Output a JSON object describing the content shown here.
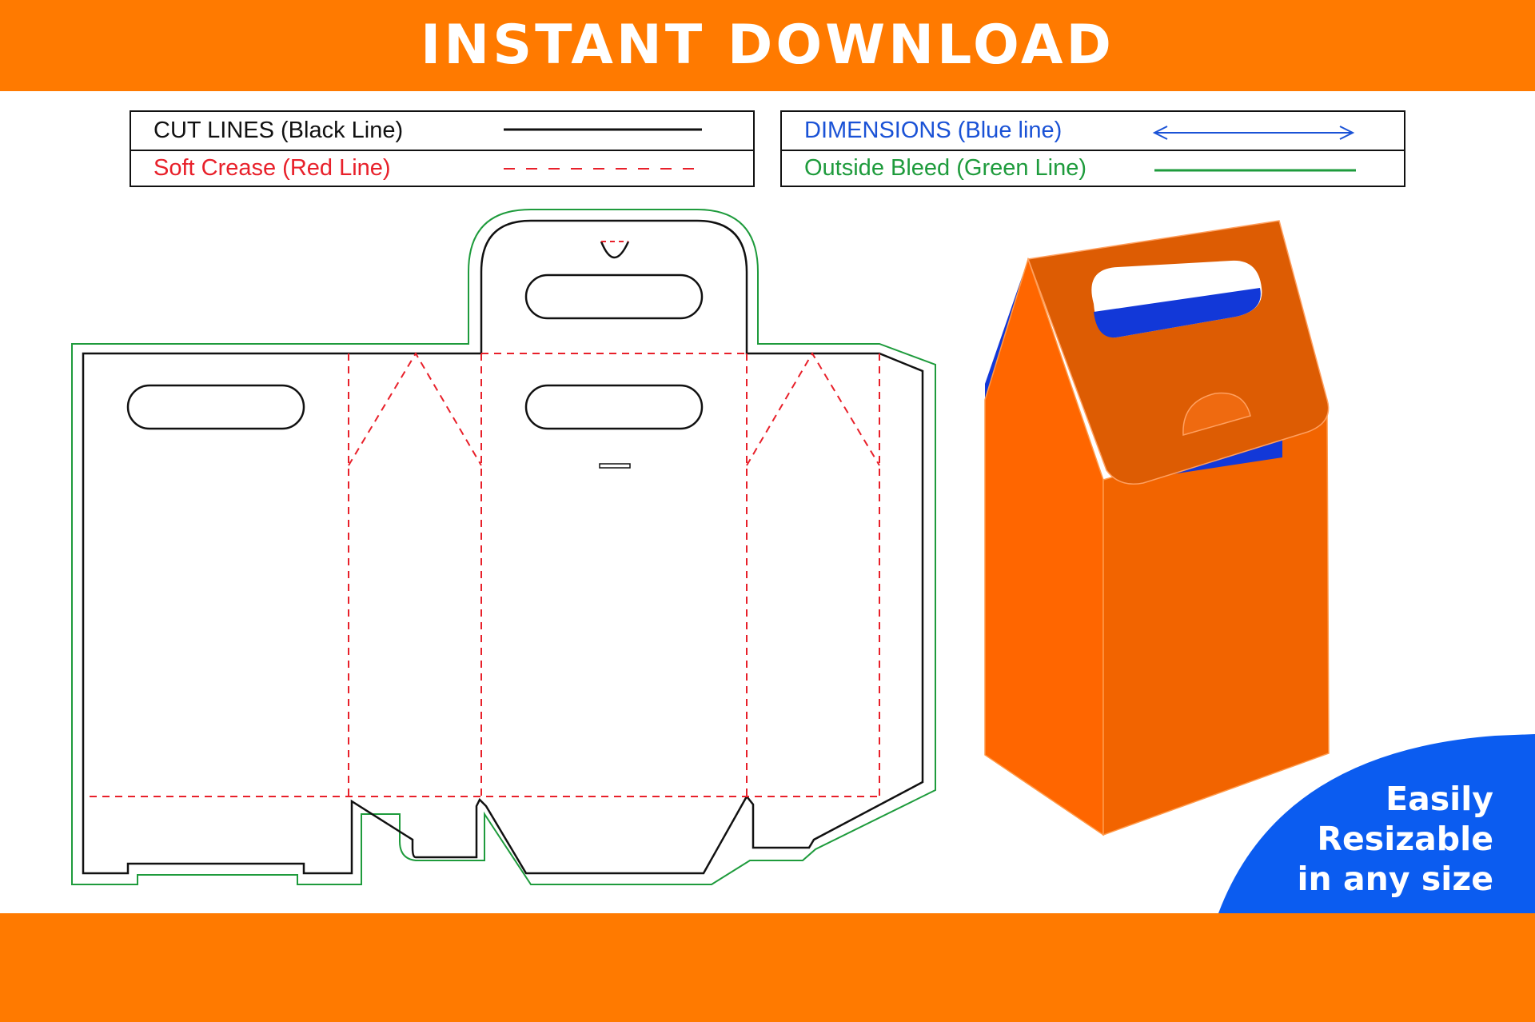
{
  "banner": {
    "title": "INSTANT DOWNLOAD"
  },
  "legend": {
    "left": [
      {
        "label": "CUT LINES (Black Line)",
        "color": "#111111",
        "line": "solid"
      },
      {
        "label": "Soft Crease (Red Line)",
        "color": "#e8202a",
        "line": "dashed"
      }
    ],
    "right": [
      {
        "label": "DIMENSIONS (Blue line)",
        "color": "#1a52d6",
        "line": "arrow"
      },
      {
        "label": "Outside Bleed (Green Line)",
        "color": "#1e9b3c",
        "line": "solid"
      }
    ]
  },
  "badge": {
    "line1": "Easily",
    "line2": "Resizable",
    "line3": "in any size",
    "color": "#0b5cf0"
  },
  "colors": {
    "brand_orange": "#ff7a00",
    "cut": "#111111",
    "crease": "#e8202a",
    "bleed": "#1e9b3c",
    "box_front": "#ff6600",
    "box_side": "#ff6a00",
    "box_flap": "#e05e05",
    "box_inner": "#1238d8"
  }
}
